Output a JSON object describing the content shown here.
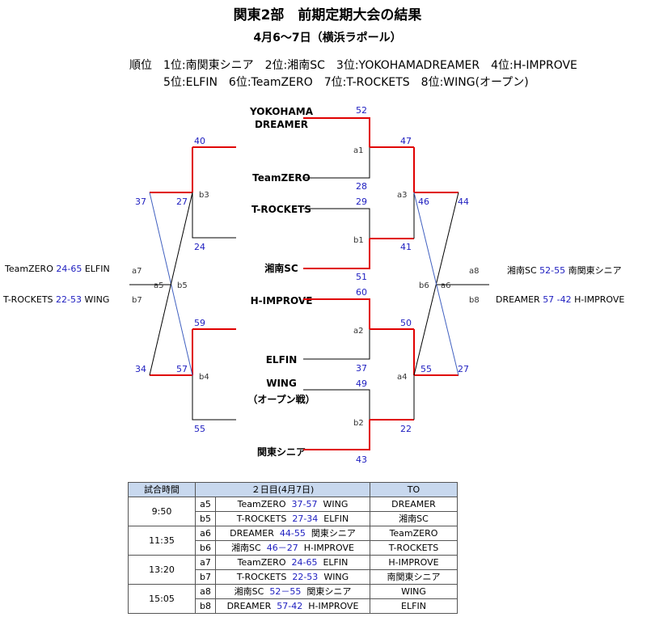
{
  "title": "関東2部　前期定期大会の結果",
  "subtitle": "4月6～7日（横浜ラポール）",
  "rankings": {
    "line1": "順位　1位:南関東シニア　2位:湘南SC　3位:YOKOHAMADREAMER　4位:H-IMPROVE",
    "line2": "5位:ELFIN　6位:TeamZERO　7位:T-ROCKETS　8位:WING(オープン)"
  },
  "teams": {
    "t1_line1": "YOKOHAMA",
    "t1_line2": "DREAMER",
    "t2": "TeamZERO",
    "t3": "T-ROCKETS",
    "t4": "湘南SC",
    "t5": "H-IMPROVE",
    "t6": "ELFIN",
    "t7_line1": "WING",
    "t7_line2": "（オープン戦）",
    "t8": "関東シニア"
  },
  "center_scores": {
    "a1_top": "52",
    "a1_bottom": "28",
    "b1_top": "29",
    "b1_bottom": "51",
    "a2_top": "60",
    "a2_bottom": "37",
    "b2_top": "49",
    "b2_bottom": "43"
  },
  "left_scores": {
    "b3_top": "40",
    "b3_bottom": "24",
    "b4_top": "59",
    "b4_bottom": "55",
    "r27": "27",
    "r57": "57",
    "r37": "37",
    "r34": "34"
  },
  "right_scores": {
    "a3_top": "47",
    "a3_bottom": "41",
    "a4_top": "50",
    "a4_bottom": "22",
    "r46": "46",
    "r55": "55",
    "r44": "44",
    "r27": "27"
  },
  "match_labels": {
    "a1": "a1",
    "b1": "b1",
    "a2": "a2",
    "b2": "b2",
    "b3": "b3",
    "b4": "b4",
    "a3": "a3",
    "a4": "a4",
    "a5": "a5",
    "b5": "b5",
    "a6": "a6",
    "b6": "b6",
    "a7": "a7",
    "b7": "b7",
    "a8": "a8",
    "b8": "b8"
  },
  "side_results": {
    "a7": {
      "team1": "TeamZERO",
      "score": "24-65",
      "team2": "ELFIN"
    },
    "b7": {
      "team1": "T-ROCKETS",
      "score": "22-53",
      "team2": "WING"
    },
    "a8": {
      "team1": "湘南SC",
      "score": "52-55",
      "team2": "南関東シニア"
    },
    "b8": {
      "team1": "DREAMER",
      "score": "57 -42",
      "team2": "H-IMPROVE"
    }
  },
  "schedule": {
    "headers": {
      "time": "試合時間",
      "day": "２日目(4月7日)",
      "to": "TO"
    },
    "slots": [
      {
        "time": "9:50",
        "rows": [
          {
            "code": "a5",
            "team1": "TeamZERO",
            "score": "37-57",
            "team2": "WING",
            "to": "DREAMER"
          },
          {
            "code": "b5",
            "team1": "T-ROCKETS",
            "score": "27-34",
            "team2": "ELFIN",
            "to": "湘南SC"
          }
        ]
      },
      {
        "time": "11:35",
        "rows": [
          {
            "code": "a6",
            "team1": "DREAMER",
            "score": "44-55",
            "team2": "関東シニア",
            "to": "TeamZERO"
          },
          {
            "code": "b6",
            "team1": "湘南SC",
            "score": "46－27",
            "team2": "H-IMPROVE",
            "to": "T-ROCKETS"
          }
        ]
      },
      {
        "time": "13:20",
        "rows": [
          {
            "code": "a7",
            "team1": "TeamZERO",
            "score": "24-65",
            "team2": "ELFIN",
            "to": "H-IMPROVE"
          },
          {
            "code": "b7",
            "team1": "T-ROCKETS",
            "score": "22-53",
            "team2": "WING",
            "to": "南関東シニア"
          }
        ]
      },
      {
        "time": "15:05",
        "rows": [
          {
            "code": "a8",
            "team1": "湘南SC",
            "score": "52－55",
            "team2": "関東シニア",
            "to": "WING"
          },
          {
            "code": "b8",
            "team1": "DREAMER",
            "score": "57-42",
            "team2": "H-IMPROVE",
            "to": "ELFIN"
          }
        ]
      }
    ]
  },
  "colors": {
    "winner_line": "#e00000",
    "loser_line": "#000000",
    "score": "#2020c0",
    "cross_line": "#4060c0",
    "header_bg": "#c8d8ee"
  }
}
